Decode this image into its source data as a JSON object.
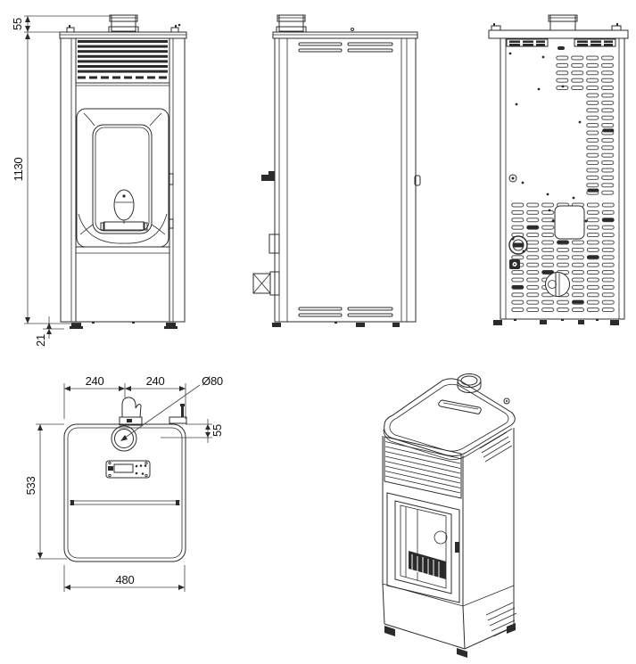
{
  "drawing": {
    "subject": "pellet-stove-technical-drawing",
    "colors": {
      "line": "#2b2b2b",
      "background": "#ffffff"
    },
    "dimensions": {
      "front_view": {
        "flue_collar_height": "55",
        "overall_height": "1130",
        "base_clearance": "21"
      },
      "top_view": {
        "left_half_width": "240",
        "right_half_width": "240",
        "flue_diameter": "Ø80",
        "flue_offset_from_rear": "55",
        "depth": "533",
        "overall_width": "480"
      }
    }
  }
}
